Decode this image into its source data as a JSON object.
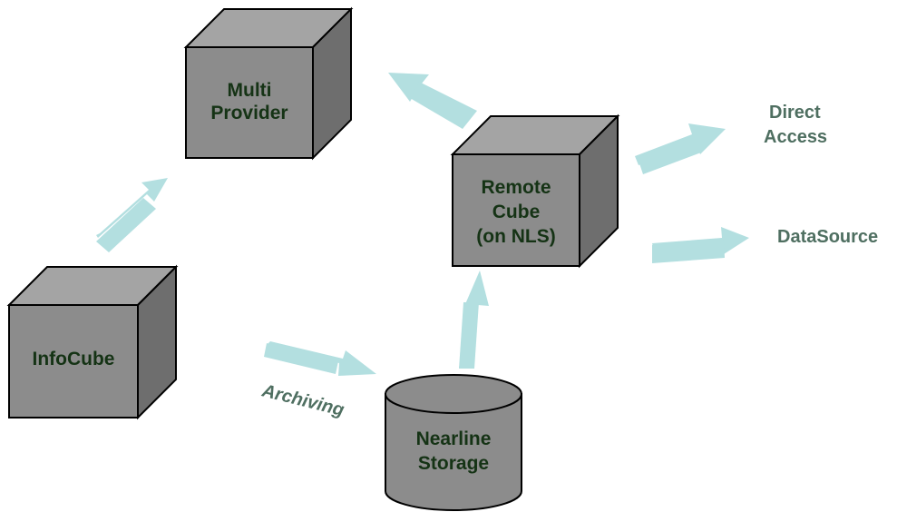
{
  "nodes": {
    "infocube": {
      "lines": [
        "InfoCube"
      ]
    },
    "multiprovider": {
      "lines": [
        "Multi",
        "Provider"
      ]
    },
    "remotecube": {
      "lines": [
        "Remote",
        "Cube",
        "(on NLS)"
      ]
    },
    "nearline": {
      "lines": [
        "Nearline",
        "Storage"
      ]
    }
  },
  "labels": {
    "archiving": "Archiving",
    "direct_access": [
      "Direct",
      "Access"
    ],
    "datasource": "DataSource"
  },
  "colors": {
    "cube_front": "#8c8c8c",
    "cube_top": "#a4a4a4",
    "cube_side": "#6e6e6e",
    "cylinder_fill": "#8c8c8c",
    "arrow": "#b3dfe0",
    "node_text": "#153315",
    "external_text": "#4f6f61"
  }
}
